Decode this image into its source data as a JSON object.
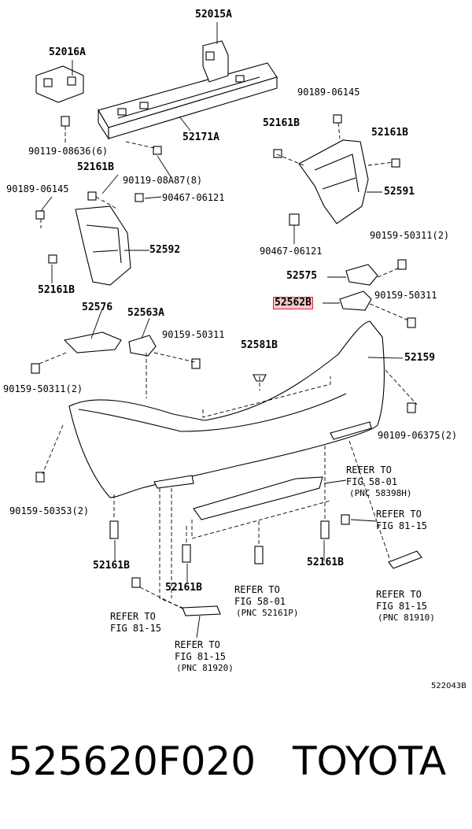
{
  "labels": {
    "l52015A": "52015A",
    "l52016A": "52016A",
    "l90119_08636": "90119-08636(6)",
    "l52171A": "52171A",
    "l90119_08A87": "90119-08A87(8)",
    "l52161B_a": "52161B",
    "l90189_06145_a": "90189-06145",
    "l90467_06121_a": "90467-06121",
    "l52592": "52592",
    "l52161B_b": "52161B",
    "l90189_06145_b": "90189-06145",
    "l52161B_c": "52161B",
    "l52161B_d": "52161B",
    "l52591": "52591",
    "l90467_06121_b": "90467-06121",
    "l90159_50311_2a": "90159-50311(2)",
    "l52575": "52575",
    "l52562B": "52562B",
    "l90159_50311_a": "90159-50311",
    "l52576": "52576",
    "l52563A": "52563A",
    "l90159_50311_b": "90159-50311",
    "l52581B": "52581B",
    "l52159": "52159",
    "l90159_50311_2b": "90159-50311(2)",
    "l90109_06375": "90109-06375(2)",
    "l90159_50353": "90159-50353(2)",
    "l52161B_e": "52161B",
    "l52161B_f": "52161B",
    "l52161B_g": "52161B",
    "ref58_1_a": "REFER TO",
    "ref58_1_b": "FIG 58-01",
    "ref58_1_c": "(PNC 58398H)",
    "ref81_1_a": "REFER TO",
    "ref81_1_b": "FIG 81-15",
    "ref58_2_a": "REFER TO",
    "ref58_2_b": "FIG 58-01",
    "ref58_2_c": "(PNC 52161P)",
    "ref81_2_a": "REFER TO",
    "ref81_2_b": "FIG 81-15",
    "ref81_2_c": "(PNC 81910)",
    "ref81_3_a": "REFER TO",
    "ref81_3_b": "FIG 81-15",
    "ref81_4_a": "REFER TO",
    "ref81_4_b": "FIG 81-15",
    "ref81_4_c": "(PNC 81920)"
  },
  "diagram_code": "522043B",
  "footer": {
    "part_number": "525620F020",
    "brand": "TOYOTA"
  },
  "highlight_color": "#e5212a"
}
